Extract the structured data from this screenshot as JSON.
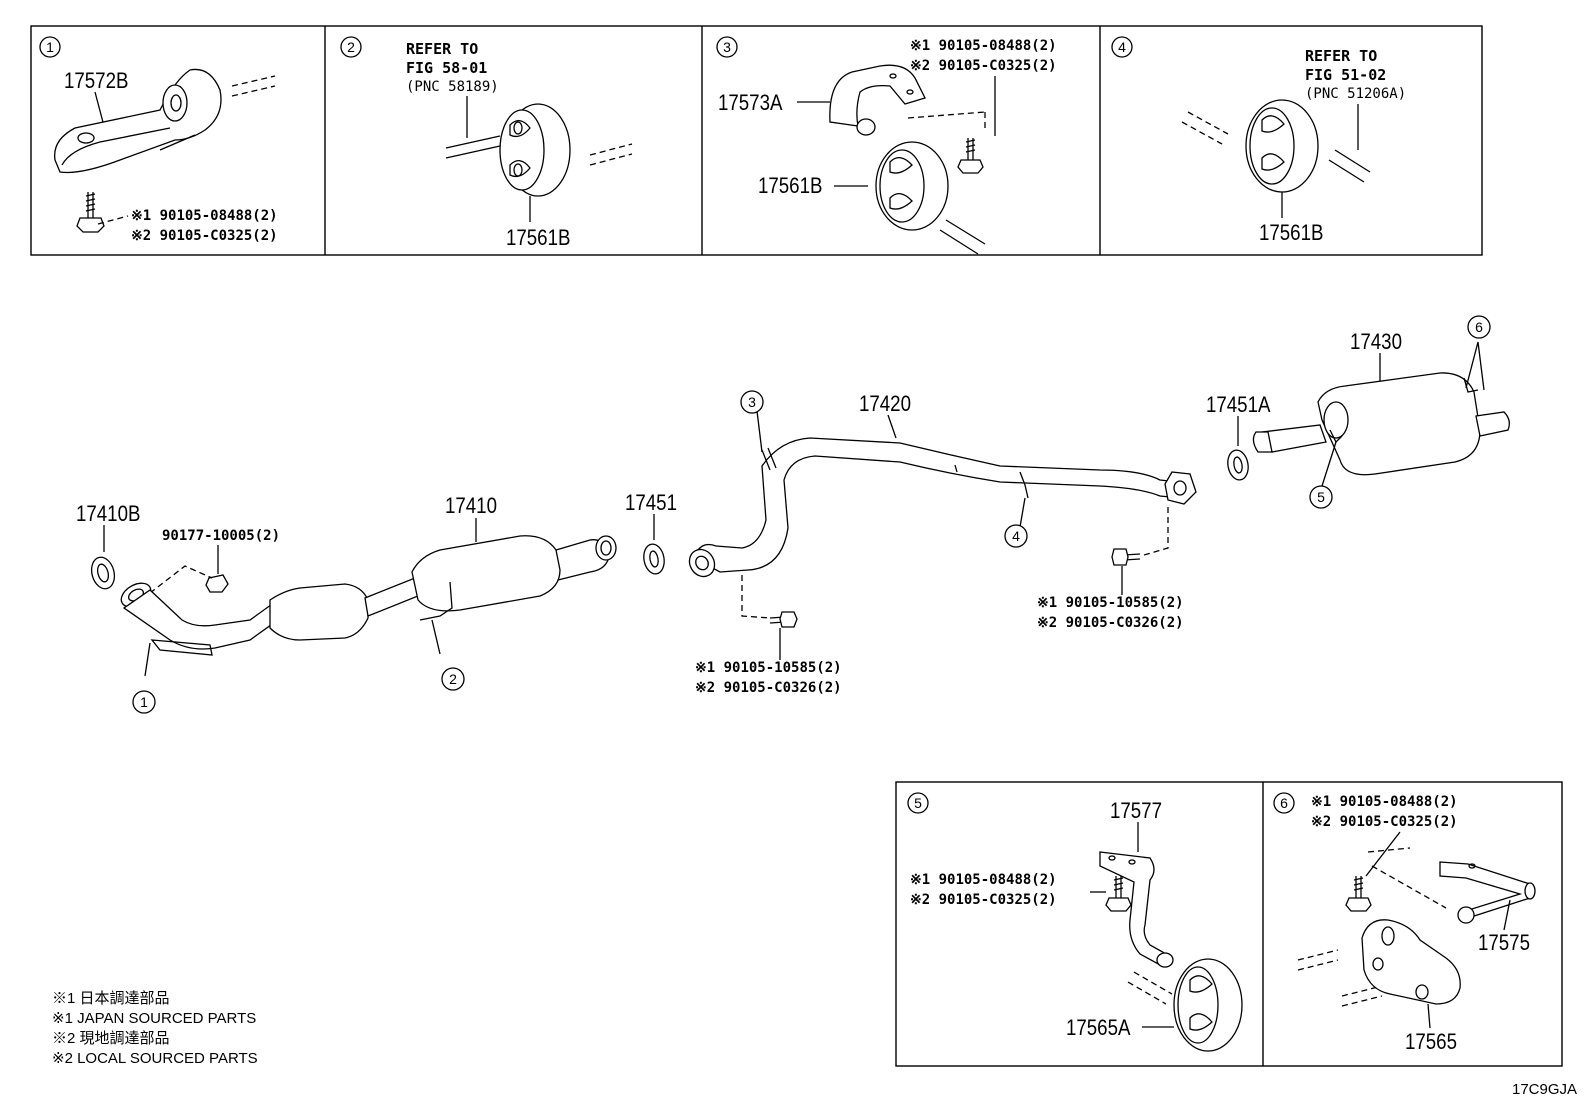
{
  "panels": {
    "p1": {
      "num": "1",
      "label": "17572B",
      "note1": "※1 90105-08488(2)",
      "note2": "※2 90105-C0325(2)"
    },
    "p2": {
      "num": "2",
      "ref1": "REFER TO",
      "ref2": "FIG 58-01",
      "ref3": "(PNC 58189)",
      "label": "17561B"
    },
    "p3": {
      "num": "3",
      "note1": "※1 90105-08488(2)",
      "note2": "※2 90105-C0325(2)",
      "label_a": "17573A",
      "label_b": "17561B"
    },
    "p4": {
      "num": "4",
      "ref1": "REFER TO",
      "ref2": "FIG 51-02",
      "ref3": "(PNC 51206A)",
      "label": "17561B"
    },
    "p5": {
      "num": "5",
      "label_top": "17577",
      "note1": "※1 90105-08488(2)",
      "note2": "※2 90105-C0325(2)",
      "label_bottom": "17565A"
    },
    "p6": {
      "num": "6",
      "note1": "※1 90105-08488(2)",
      "note2": "※2 90105-C0325(2)",
      "label_a": "17575",
      "label_b": "17565"
    }
  },
  "main": {
    "p17410B": "17410B",
    "p90177": "90177-10005(2)",
    "p17410": "17410",
    "p17451": "17451",
    "p17420": "17420",
    "p17451A": "17451A",
    "p17430": "17430",
    "bolt_left_1": "※1 90105-10585(2)",
    "bolt_left_2": "※2 90105-C0326(2)",
    "bolt_right_1": "※1 90105-10585(2)",
    "bolt_right_2": "※2 90105-C0326(2)",
    "callouts": [
      "1",
      "2",
      "3",
      "4",
      "5",
      "6"
    ]
  },
  "legend": [
    "※1  日本調達部品",
    "※1  JAPAN SOURCED PARTS",
    "※2  現地調達部品",
    "※2  LOCAL SOURCED PARTS"
  ],
  "figure_code": "17C9GJA"
}
